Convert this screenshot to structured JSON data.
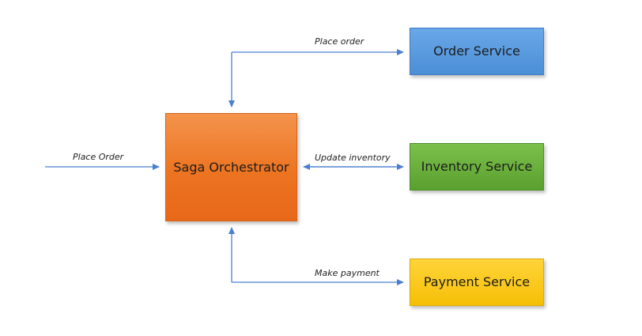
{
  "nodes": {
    "orchestrator": "Saga Orchestrator",
    "order_service": "Order Service",
    "inventory_service": "Inventory Service",
    "payment_service": "Payment Service"
  },
  "edges": {
    "place_order_top": "Place order",
    "place_order_in": "Place Order",
    "update_inventory": "Update inventory",
    "make_payment": "Make payment"
  },
  "colors": {
    "orchestrator": "#ec7421",
    "order_service": "#4c8fd6",
    "inventory_service": "#5aa02f",
    "payment_service": "#f6bf06",
    "connector": "#4a7fd0"
  }
}
